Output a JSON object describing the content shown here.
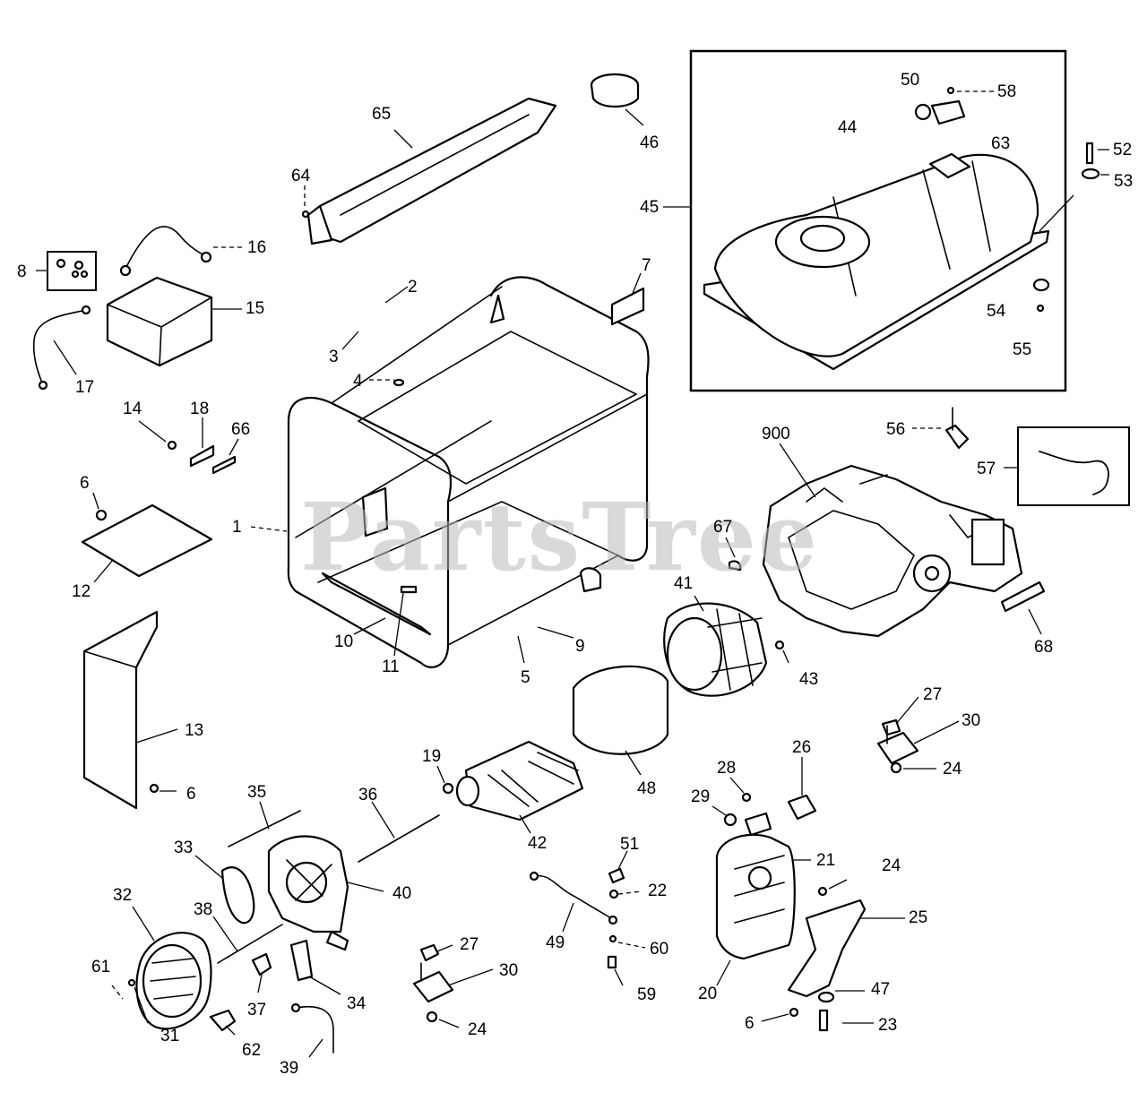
{
  "watermark": {
    "text": "PartsTree"
  },
  "callouts": [
    {
      "id": "c1",
      "label": "1"
    },
    {
      "id": "c2",
      "label": "2"
    },
    {
      "id": "c3",
      "label": "3"
    },
    {
      "id": "c4",
      "label": "4"
    },
    {
      "id": "c5",
      "label": "5"
    },
    {
      "id": "c6a",
      "label": "6"
    },
    {
      "id": "c6b",
      "label": "6"
    },
    {
      "id": "c6c",
      "label": "6"
    },
    {
      "id": "c7",
      "label": "7"
    },
    {
      "id": "c8",
      "label": "8"
    },
    {
      "id": "c9",
      "label": "9"
    },
    {
      "id": "c10",
      "label": "10"
    },
    {
      "id": "c11",
      "label": "11"
    },
    {
      "id": "c12",
      "label": "12"
    },
    {
      "id": "c13",
      "label": "13"
    },
    {
      "id": "c14",
      "label": "14"
    },
    {
      "id": "c15",
      "label": "15"
    },
    {
      "id": "c16",
      "label": "16"
    },
    {
      "id": "c17",
      "label": "17"
    },
    {
      "id": "c18",
      "label": "18"
    },
    {
      "id": "c19",
      "label": "19"
    },
    {
      "id": "c20",
      "label": "20"
    },
    {
      "id": "c21",
      "label": "21"
    },
    {
      "id": "c22",
      "label": "22"
    },
    {
      "id": "c23",
      "label": "23"
    },
    {
      "id": "c24a",
      "label": "24"
    },
    {
      "id": "c24b",
      "label": "24"
    },
    {
      "id": "c24c",
      "label": "24"
    },
    {
      "id": "c25",
      "label": "25"
    },
    {
      "id": "c26",
      "label": "26"
    },
    {
      "id": "c27a",
      "label": "27"
    },
    {
      "id": "c27b",
      "label": "27"
    },
    {
      "id": "c28",
      "label": "28"
    },
    {
      "id": "c29",
      "label": "29"
    },
    {
      "id": "c30a",
      "label": "30"
    },
    {
      "id": "c30b",
      "label": "30"
    },
    {
      "id": "c31",
      "label": "31"
    },
    {
      "id": "c32",
      "label": "32"
    },
    {
      "id": "c33",
      "label": "33"
    },
    {
      "id": "c34",
      "label": "34"
    },
    {
      "id": "c35",
      "label": "35"
    },
    {
      "id": "c36",
      "label": "36"
    },
    {
      "id": "c37",
      "label": "37"
    },
    {
      "id": "c38",
      "label": "38"
    },
    {
      "id": "c39",
      "label": "39"
    },
    {
      "id": "c40",
      "label": "40"
    },
    {
      "id": "c41",
      "label": "41"
    },
    {
      "id": "c42",
      "label": "42"
    },
    {
      "id": "c43",
      "label": "43"
    },
    {
      "id": "c44",
      "label": "44"
    },
    {
      "id": "c45",
      "label": "45"
    },
    {
      "id": "c46",
      "label": "46"
    },
    {
      "id": "c47",
      "label": "47"
    },
    {
      "id": "c48",
      "label": "48"
    },
    {
      "id": "c49",
      "label": "49"
    },
    {
      "id": "c50",
      "label": "50"
    },
    {
      "id": "c51",
      "label": "51"
    },
    {
      "id": "c52",
      "label": "52"
    },
    {
      "id": "c53",
      "label": "53"
    },
    {
      "id": "c54",
      "label": "54"
    },
    {
      "id": "c55",
      "label": "55"
    },
    {
      "id": "c56",
      "label": "56"
    },
    {
      "id": "c57",
      "label": "57"
    },
    {
      "id": "c58",
      "label": "58"
    },
    {
      "id": "c59",
      "label": "59"
    },
    {
      "id": "c60",
      "label": "60"
    },
    {
      "id": "c61",
      "label": "61"
    },
    {
      "id": "c62",
      "label": "62"
    },
    {
      "id": "c63",
      "label": "63"
    },
    {
      "id": "c64",
      "label": "64"
    },
    {
      "id": "c65",
      "label": "65"
    },
    {
      "id": "c66",
      "label": "66"
    },
    {
      "id": "c67",
      "label": "67"
    },
    {
      "id": "c68",
      "label": "68"
    },
    {
      "id": "c900",
      "label": "900"
    }
  ]
}
